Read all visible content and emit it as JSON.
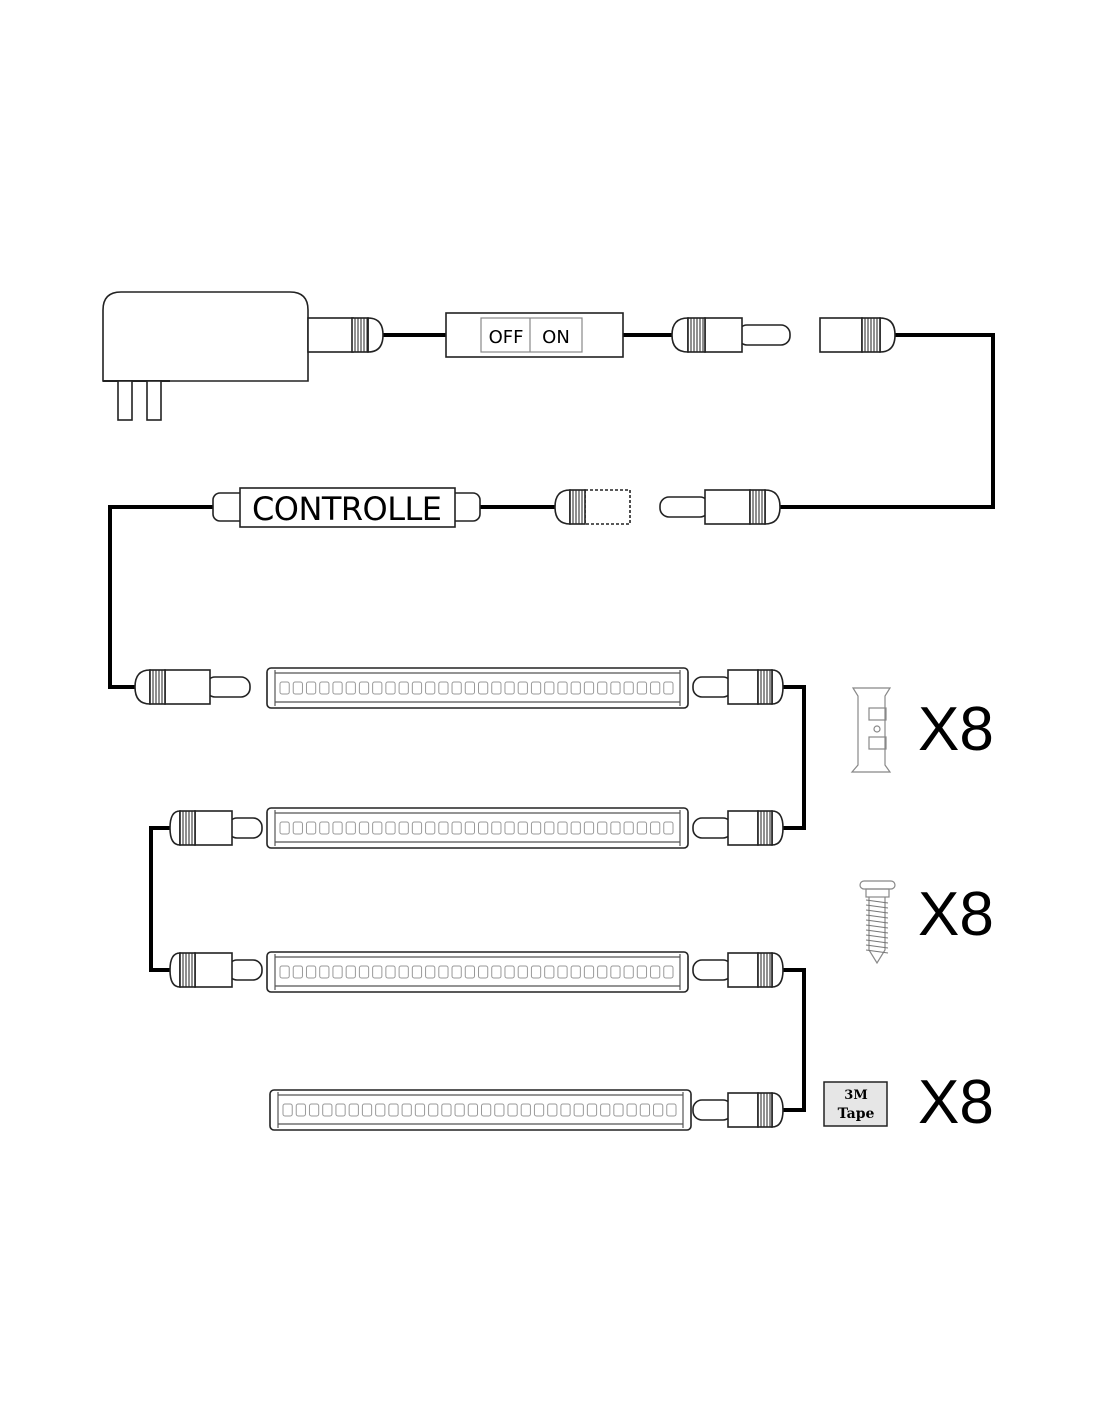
{
  "switch": {
    "off_label": "OFF",
    "on_label": "ON"
  },
  "controller": {
    "label": "CONTROLLE"
  },
  "led_bars": {
    "count": 4,
    "leds_per_bar": 30
  },
  "accessories": [
    {
      "name": "mounting-clip",
      "quantity": "X8"
    },
    {
      "name": "screw",
      "quantity": "X8"
    },
    {
      "name": "3m-tape",
      "label_line1": "3M",
      "label_line2": "Tape",
      "quantity": "X8"
    }
  ],
  "colors": {
    "line": "#222222",
    "wire": "#000000",
    "tape_fill": "#e6e6e6"
  }
}
